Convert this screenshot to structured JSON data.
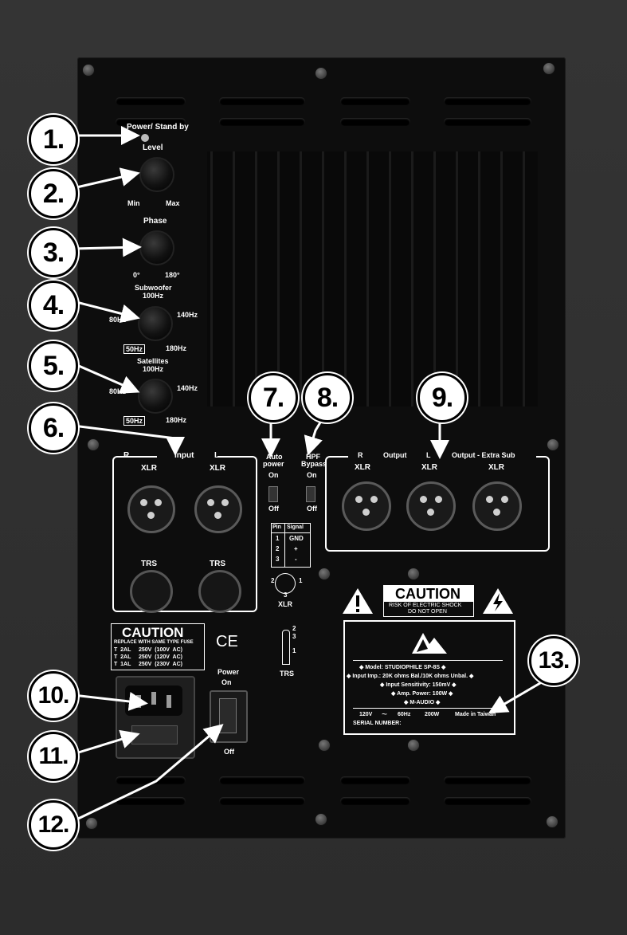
{
  "callouts": [
    "1.",
    "2.",
    "3.",
    "4.",
    "5.",
    "6.",
    "7.",
    "8.",
    "9.",
    "10.",
    "11.",
    "12.",
    "13."
  ],
  "left_controls": {
    "power_label": "Power/ Stand by",
    "level_label": "Level",
    "level_min": "Min",
    "level_max": "Max",
    "phase_label": "Phase",
    "phase_min": "0°",
    "phase_max": "180°",
    "sub_label": "Subwoofer",
    "sub_top": "100Hz",
    "sub_left": "80Hz",
    "sub_right": "140Hz",
    "sub_bl": "50Hz",
    "sub_br": "180Hz",
    "sat_label": "Satellites",
    "sat_top": "100Hz",
    "sat_left": "80Hz",
    "sat_right": "140Hz",
    "sat_bl": "50Hz",
    "sat_br": "180Hz"
  },
  "input": {
    "r": "R",
    "title": "Input",
    "l": "L",
    "xlr_r": "XLR",
    "xlr_l": "XLR",
    "trs_r": "TRS",
    "trs_l": "TRS"
  },
  "switches": {
    "auto_line1": "Auto",
    "auto_line2": "power",
    "auto_on": "On",
    "auto_off": "Off",
    "hpf_line1": "HPF",
    "hpf_line2": "Bypass",
    "hpf_on": "On",
    "hpf_off": "Off"
  },
  "pin_table": {
    "headers": [
      "Pin",
      "Signal"
    ],
    "rows": [
      [
        "1",
        "GND"
      ],
      [
        "2",
        "+"
      ],
      [
        "3",
        "-"
      ]
    ],
    "xlr_label": "XLR",
    "xlr_pins": [
      "2",
      "1",
      "3"
    ],
    "trs_label": "TRS",
    "trs_pins": [
      "2",
      "3",
      "1"
    ]
  },
  "output": {
    "r": "R",
    "out1": "Output",
    "l": "L",
    "out2": "Output - Extra Sub",
    "xlr1": "XLR",
    "xlr2": "XLR",
    "xlr3": "XLR"
  },
  "caution_fuse": {
    "title": "CAUTION",
    "subtitle": "REPLACE WITH SAME TYPE FUSE",
    "rows": [
      "T  2AL     250V  (100V  AC)",
      "T  2AL     250V  (120V  AC)",
      "T  1AL     250V  (230V  AC)"
    ]
  },
  "ce_mark": "CE",
  "power_switch": {
    "line1": "Power",
    "on": "On",
    "off": "Off"
  },
  "caution_shock": {
    "title": "CAUTION",
    "line1": "RISK OF ELECTRIC SHOCK",
    "line2": "DO NOT OPEN"
  },
  "spec_label": {
    "model": "◆ Model:  STUDIOPHILE  SP-8S ◆",
    "input_imp": "◆ Input Imp.:  20K ohms  Bal./10K ohms Unbal. ◆",
    "sensitivity": "◆ Input Sensitivity:  150mV ◆",
    "amp_power": "◆ Amp. Power:  100W ◆",
    "brand": "◆ M-AUDIO ◆",
    "voltage": "120V",
    "ac_symbol": "~",
    "freq": "60Hz",
    "watts": "200W",
    "made": "Made in Taiwan",
    "serial": "SERIAL NUMBER:"
  },
  "colors": {
    "panel": "#0d0d0d",
    "cabinet": "#2e2e2e",
    "callout_fill": "#ffffff",
    "callout_text": "#000000",
    "text": "#ffffff"
  }
}
